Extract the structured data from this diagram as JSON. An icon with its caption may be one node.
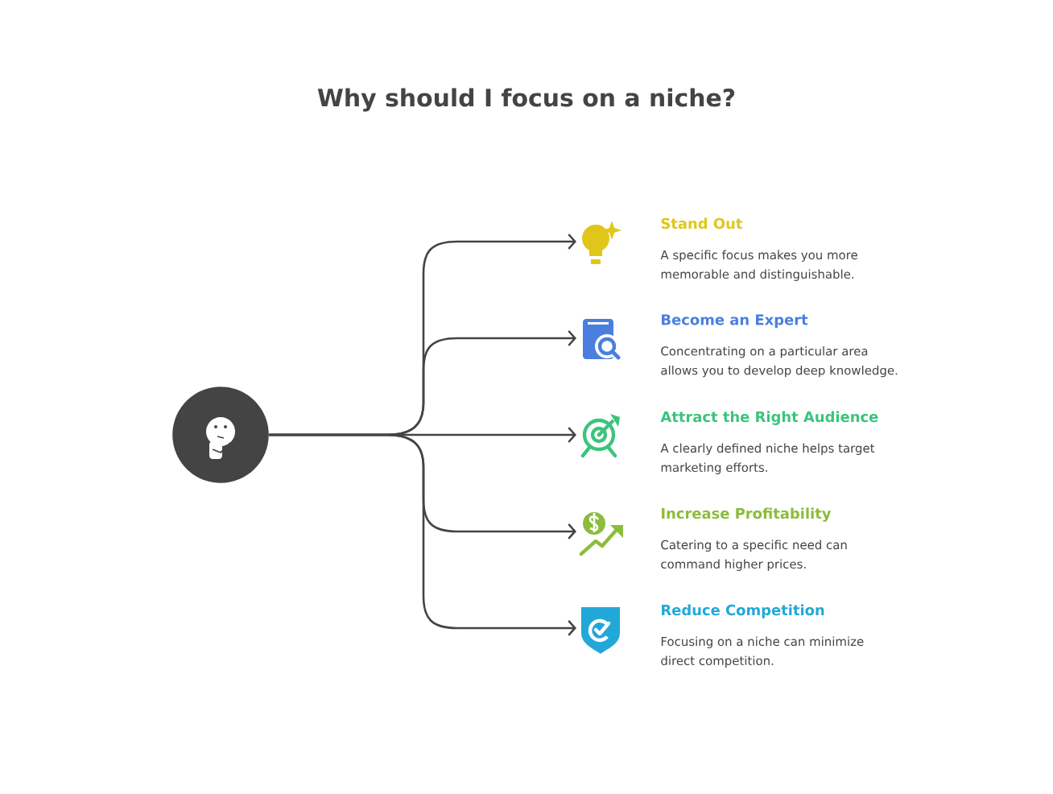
{
  "diagram": {
    "title": "Why should I focus on a niche?",
    "nodes": [
      {
        "text": [],
        "shape": "circle"
      },
      {
        "text": [
          "Stand Out",
          "A specific focus makes you more memorable and distinguishable."
        ]
      },
      {
        "text": [
          "Become an Expert",
          "Concentrating on a particular area allows you to develop deep knowledge."
        ]
      },
      {
        "text": [
          "Attract the Right Audience",
          "A clearly defined niche helps target marketing efforts."
        ]
      },
      {
        "text": [
          "Increase Profitability",
          "Catering to a specific need can command higher prices."
        ]
      },
      {
        "text": [
          "Reduce Competition",
          "Focusing on a niche can minimize direct competition."
        ]
      }
    ],
    "edges": [
      {
        "from": 0,
        "to": 1,
        "arrow": "to"
      },
      {
        "from": 0,
        "to": 2,
        "arrow": "to"
      },
      {
        "from": 0,
        "to": 3,
        "arrow": "to"
      },
      {
        "from": 0,
        "to": 4,
        "arrow": "to"
      },
      {
        "from": 0,
        "to": 5,
        "arrow": "to"
      }
    ]
  }
}
